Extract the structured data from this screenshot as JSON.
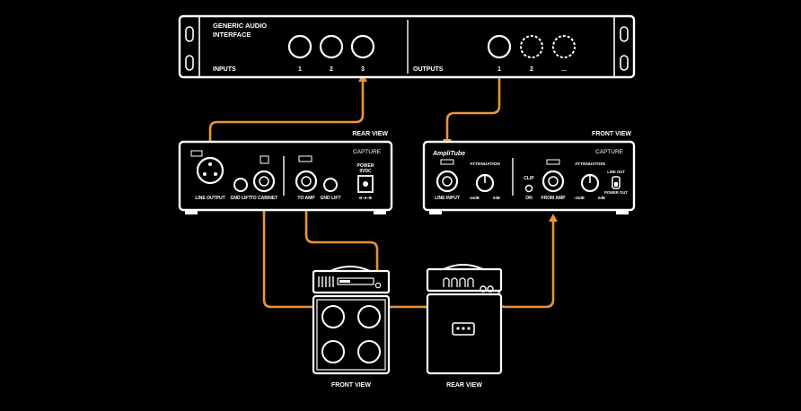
{
  "colors": {
    "background": "#000000",
    "line": "#ffffff",
    "cable": "#e8953a"
  },
  "interface": {
    "title_line1": "GENERIC AUDIO",
    "title_line2": "INTERFACE",
    "inputs_label": "INPUTS",
    "input_numbers": [
      "1",
      "2",
      "3"
    ],
    "outputs_label": "OUTPUTS",
    "output_numbers": [
      "1",
      "2",
      "..."
    ]
  },
  "capture_rear": {
    "view_label": "REAR VIEW",
    "device_label": "CAPTURE",
    "line_output": "LINE OUTPUT",
    "gnd_lift_1": "GND LIFT",
    "to_cabinet": "TO CABINET",
    "to_amp": "TO AMP",
    "gnd_lift_2": "GND LIFT",
    "power_line1": "POWER",
    "power_line2": "9VDC"
  },
  "capture_front": {
    "view_label": "FRONT VIEW",
    "device_label": "CAPTURE",
    "brand": "AmpliTube",
    "line_input": "LINE INPUT",
    "attenuation_1": "ATTENUATION",
    "att1_min": "-24dB",
    "att1_max": "0dB",
    "clip": "CLIP",
    "on": "ON",
    "from_amp": "FROM AMP",
    "attenuation_2": "ATTENUATION",
    "att2_min": "-24dB",
    "att2_max": "0dB",
    "line_out": "LINE OUT",
    "power_out": "POWER OUT"
  },
  "amp_front": {
    "view_label": "FRONT VIEW"
  },
  "amp_rear": {
    "view_label": "REAR VIEW"
  }
}
